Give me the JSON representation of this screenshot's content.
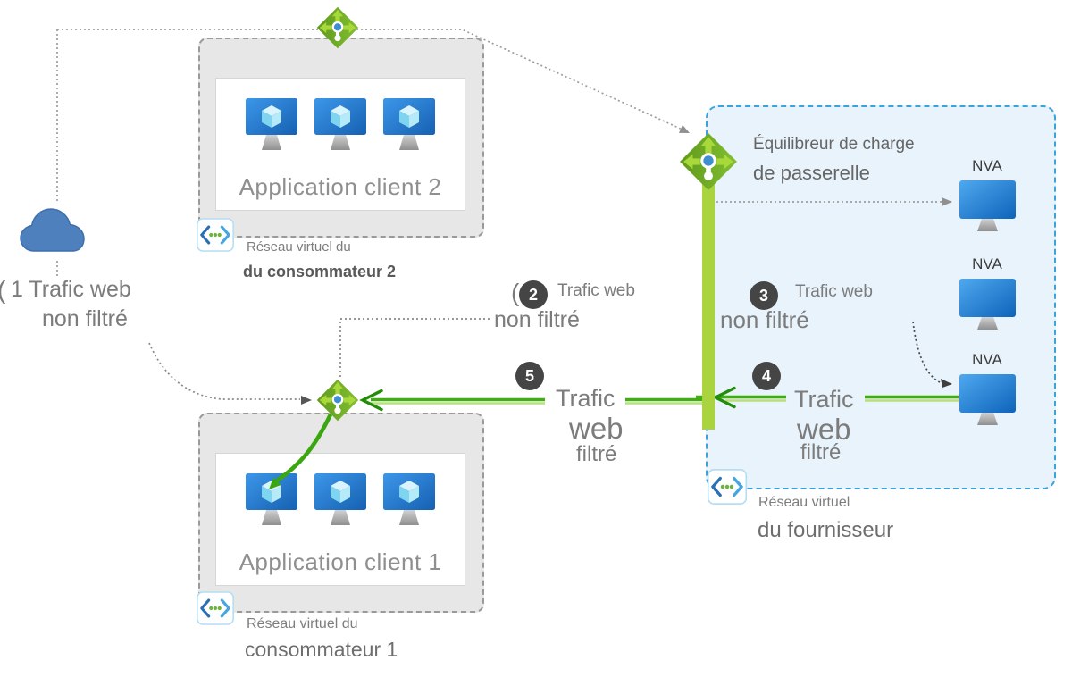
{
  "diagram_title": "Gateway Load Balancer architecture (French)",
  "colors": {
    "consumer_box_fill": "#e7e7e7",
    "consumer_box_border": "#9a9a9a",
    "provider_box_fill": "#e8f3fb",
    "provider_box_border": "#3aa2dd",
    "green_line": "#3fae12",
    "green_bar": "#a9d440",
    "badge_bg": "#454545",
    "dotted_gray": "#9e9e9e",
    "text_gray": "#7c7c7c"
  },
  "consumer2": {
    "app_label": "Application client 2",
    "vnet_line1": "Réseau virtuel du",
    "vnet_line2": "du consommateur 2"
  },
  "consumer1": {
    "app_label": "Application client 1",
    "vnet_line1": "Réseau virtuel du",
    "vnet_line2": "consommateur 1"
  },
  "provider": {
    "title_line1": "Équilibreur de charge",
    "title_line2": "de passerelle",
    "vnet_line1": "Réseau virtuel",
    "vnet_line2": "du fournisseur",
    "nva_labels": [
      "NVA",
      "NVA",
      "NVA"
    ]
  },
  "flows": {
    "f1": {
      "paren": "(",
      "line1": "1 Trafic web",
      "line2": "non filtré"
    },
    "f2": {
      "paren": "(",
      "number": "2",
      "line1": "Trafic web",
      "line2": "non filtré"
    },
    "f3": {
      "number": "3",
      "line1": "Trafic web",
      "line2": "non filtré"
    },
    "f4": {
      "number": "4",
      "line1": "Trafic",
      "line2": "web",
      "line3": "filtré"
    },
    "f5": {
      "number": "5",
      "line1": "Trafic",
      "line2": "web",
      "line3": "filtré"
    }
  }
}
